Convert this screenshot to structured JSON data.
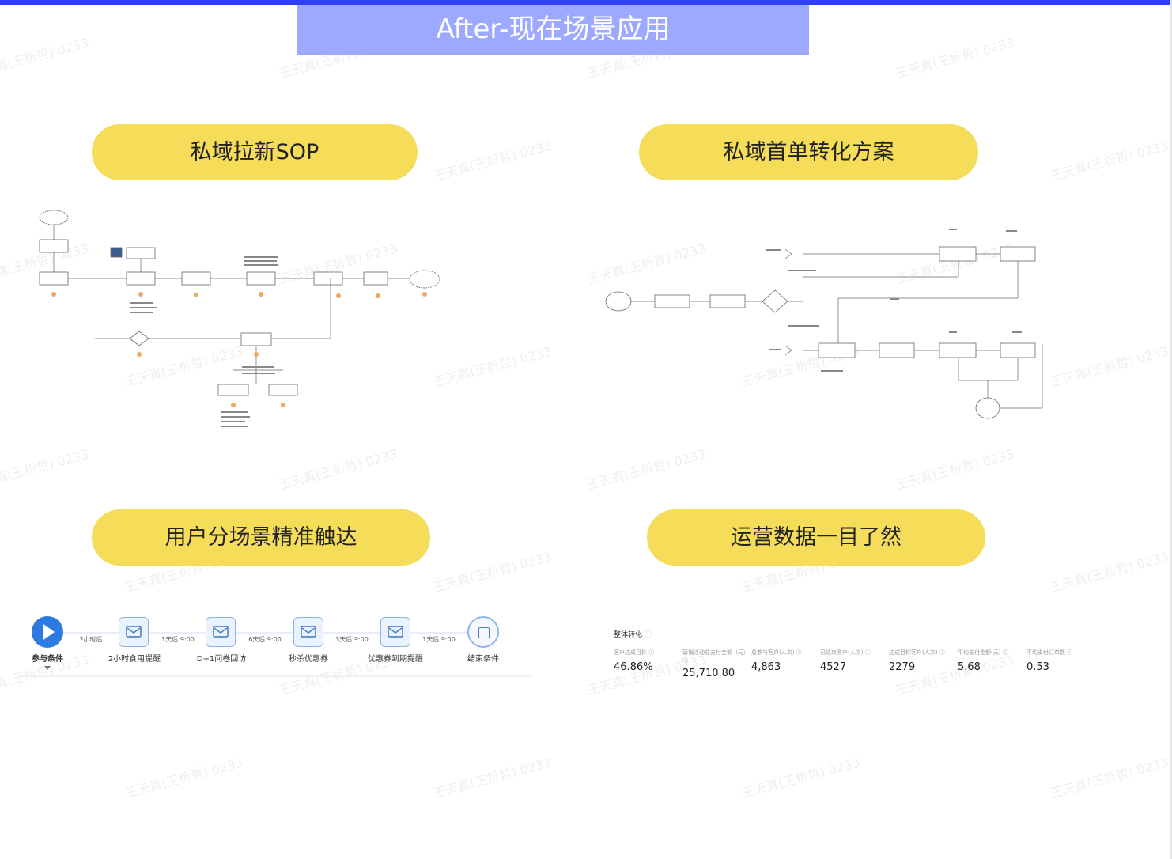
{
  "title": "After-现在场景应用",
  "pills": [
    {
      "label": "私域拉新SOP"
    },
    {
      "label": "私域首单转化方案"
    },
    {
      "label": "用户分场景精准触达"
    },
    {
      "label": "运营数据一目了然"
    }
  ],
  "watermark": "王天真(王析哲) 0233",
  "journey": {
    "nodes": [
      {
        "label": "参与条件"
      },
      {
        "label": "2小时食用提醒"
      },
      {
        "label": "D+1问卷回访"
      },
      {
        "label": "秒杀优惠券"
      },
      {
        "label": "优惠券到期提醒"
      },
      {
        "label": "结束条件"
      }
    ],
    "delays": [
      "2小时后",
      "1天后 9:00",
      "6天后 9:00",
      "3天后 9:00",
      "1天后 9:00"
    ]
  },
  "stats": {
    "title": "整体转化",
    "items": [
      {
        "label": "客户达成目标 ⓘ",
        "value": "46.86%"
      },
      {
        "label": "营销活动总支付金额（元）ⓘ",
        "value": "25,710.80"
      },
      {
        "label": "总参与客户(人次) ⓘ",
        "value": "4,863"
      },
      {
        "label": "已结束客户(人次) ⓘ",
        "value": "4527"
      },
      {
        "label": "达成目标客户(人次) ⓘ",
        "value": "2279"
      },
      {
        "label": "平均支付金额(元) ⓘ",
        "value": "5.68"
      },
      {
        "label": "平均支付订单数 ⓘ",
        "value": "0.53"
      }
    ]
  },
  "colors": {
    "accent": "#2f3ff2",
    "title_bg": "#9da8ff",
    "pill": "#f5dd5a",
    "journey_blue": "#2d7be0"
  }
}
